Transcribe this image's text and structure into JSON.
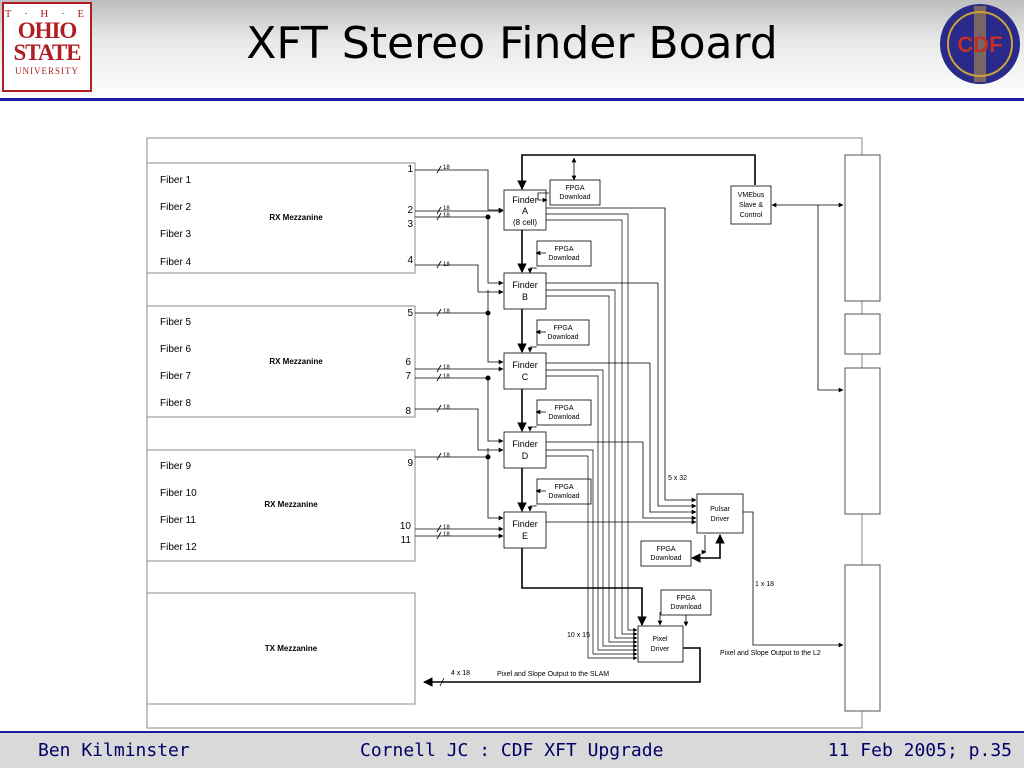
{
  "slide": {
    "title": "XFT Stereo Finder Board"
  },
  "logos": {
    "osu": {
      "line1": "T · H · E",
      "line2": "OHIO",
      "line3": "STATE",
      "line4": "UNIVERSITY"
    },
    "cdf": {
      "text": "CDF",
      "accent": "#c0302a"
    }
  },
  "footer": {
    "author": "Ben Kilminster",
    "venue": "Cornell JC : CDF XFT Upgrade",
    "date_page": "11 Feb 2005; p.35"
  },
  "colors": {
    "brand_red": "#b01e23",
    "rule_blue": "#1a1aa0",
    "footer_text": "#000066"
  },
  "diagram": {
    "mezzanines": [
      {
        "label": "RX Mezzanine",
        "fibers": [
          "Fiber 1",
          "Fiber 2",
          "Fiber 3",
          "Fiber 4"
        ]
      },
      {
        "label": "RX Mezzanine",
        "fibers": [
          "Fiber 5",
          "Fiber 6",
          "Fiber 7",
          "Fiber 8"
        ]
      },
      {
        "label": "RX Mezzanine",
        "fibers": [
          "Fiber 9",
          "Fiber 10",
          "Fiber 11",
          "Fiber 12"
        ]
      }
    ],
    "tx_mezzanine": "TX Mezzanine",
    "channel_numbers": [
      "1",
      "2",
      "3",
      "4",
      "5",
      "6",
      "7",
      "8",
      "9",
      "10",
      "11"
    ],
    "bus_width": "18",
    "finders": [
      {
        "line1": "Finder",
        "line2": "A",
        "line3": "(8 cell)"
      },
      {
        "line1": "Finder",
        "line2": "B"
      },
      {
        "line1": "Finder",
        "line2": "C"
      },
      {
        "line1": "Finder",
        "line2": "D"
      },
      {
        "line1": "Finder",
        "line2": "E"
      }
    ],
    "fpga_download": {
      "line1": "FPGA",
      "line2": "Download"
    },
    "vmebus": {
      "line1": "VMEbus",
      "line2": "Slave &",
      "line3": "Control"
    },
    "pulsar_driver": {
      "line1": "Pulsar",
      "line2": "Driver"
    },
    "pixel_driver": {
      "line1": "Pixel",
      "line2": "Driver"
    },
    "labels": {
      "bus_5x32": "5 x 32",
      "bus_1x18": "1 x 18",
      "bus_10x15": "10 x 15",
      "bus_4x18": "4 x 18",
      "output_slam": "Pixel and Slope Output to the SLAM",
      "output_l2": "Pixel and Slope Output to the L2"
    }
  }
}
